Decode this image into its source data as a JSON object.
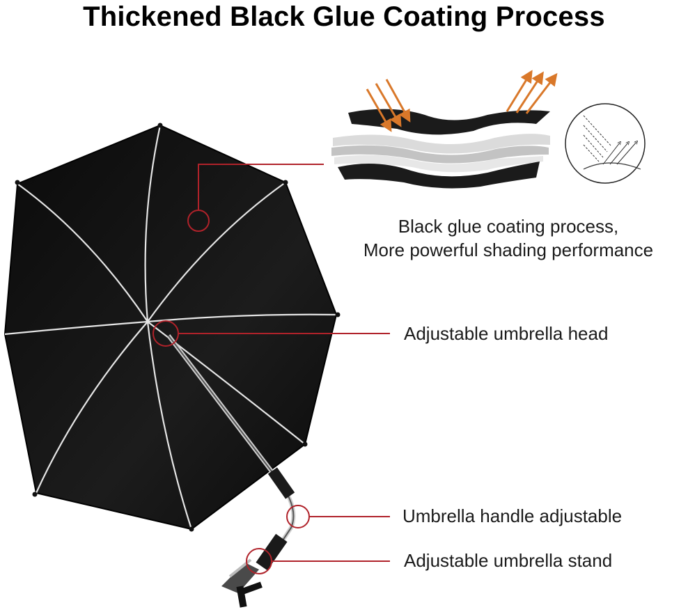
{
  "title": "Thickened Black Glue Coating Process",
  "coating": {
    "caption_line1": "Black glue coating process,",
    "caption_line2": "More powerful shading performance",
    "icons": [
      "incoming-sunlight-arrows-icon",
      "reflected-sunlight-arrows-icon",
      "layered-fabric-icon",
      "reflection-circle-icon"
    ]
  },
  "callouts": [
    {
      "id": "canopy",
      "label": ""
    },
    {
      "id": "head",
      "label": "Adjustable umbrella head"
    },
    {
      "id": "handle",
      "label": "Umbrella handle adjustable"
    },
    {
      "id": "stand",
      "label": "Adjustable umbrella stand"
    }
  ],
  "colors": {
    "canopy": "#0d0d0d",
    "rib": "#e8e8e8",
    "callout_red": "#b0222a",
    "arrow_orange": "#d9782a",
    "text": "#1a1a1a"
  }
}
